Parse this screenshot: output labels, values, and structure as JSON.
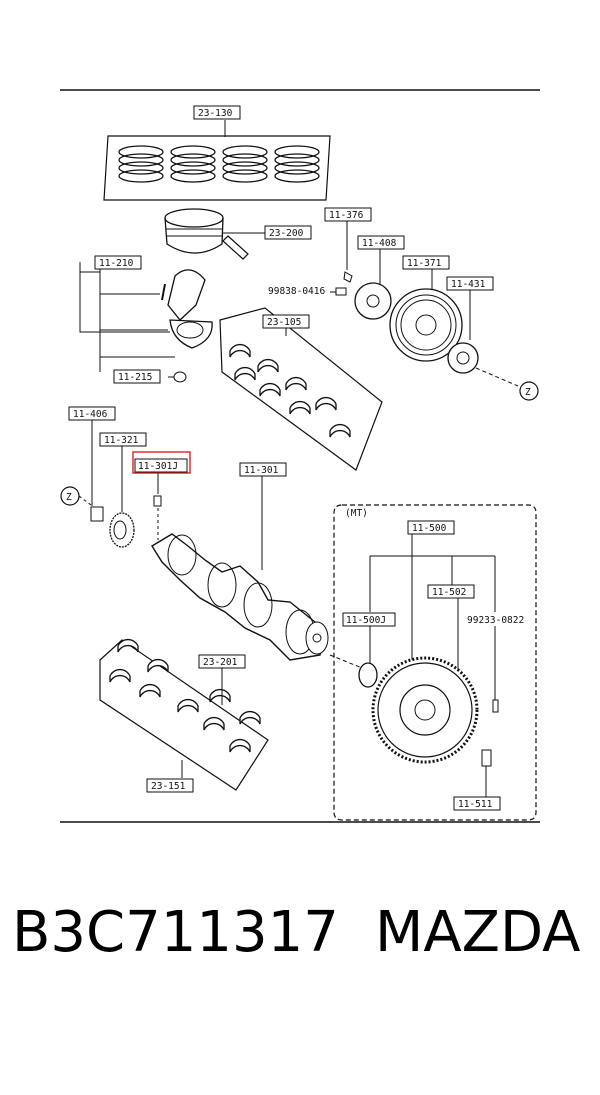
{
  "labels": {
    "l23_130": "23-130",
    "l23_200": "23-200",
    "l11_376": "11-376",
    "l11_408": "11-408",
    "l11_371": "11-371",
    "l11_431": "11-431",
    "p99838": "99838-0416",
    "l11_210": "11-210",
    "l11_215": "11-215",
    "l23_105": "23-105",
    "l11_406": "11-406",
    "l11_321": "11-321",
    "l11_301J": "11-301J",
    "l11_301": "11-301",
    "mt": "(MT)",
    "l11_500": "11-500",
    "l11_502": "11-502",
    "l11_500J": "11-500J",
    "p99233": "99233-0822",
    "l23_201": "23-201",
    "l23_151": "23-151",
    "l11_511": "11-511",
    "z1": "Z",
    "z2": "Z"
  },
  "caption": {
    "part_number": "B3C711317",
    "brand": "MAZDA"
  },
  "colors": {
    "highlight": "#e02020",
    "line": "#111111"
  }
}
